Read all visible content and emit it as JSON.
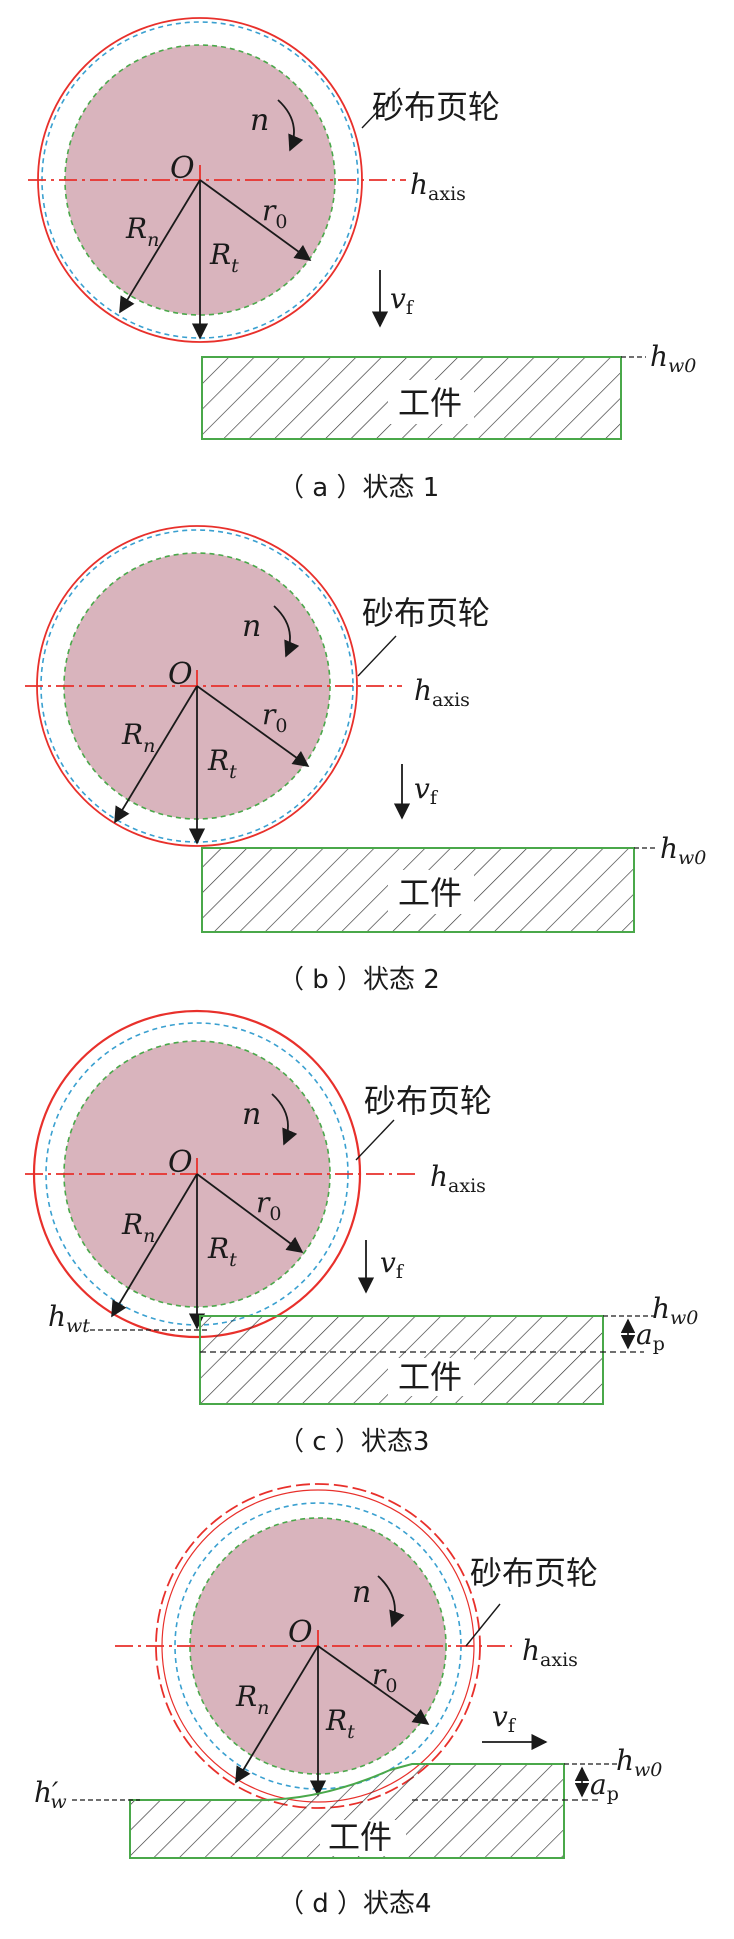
{
  "labels": {
    "wheel_name": "砂布页轮",
    "workpiece": "工件",
    "center": "O",
    "n": "n",
    "r0_base": "r",
    "r0_sub": "0",
    "Rn_base": "R",
    "Rn_sub": "n",
    "Rt_base": "R",
    "Rt_sub": "t",
    "h_axis_base": "h",
    "h_axis_sub": "axis",
    "vf_base": "v",
    "vf_sub": "f",
    "hw0_base": "h",
    "hw0_sub": "w0",
    "hwt_base": "h",
    "hwt_sub": "wt",
    "ap_base": "a",
    "ap_sub": "p",
    "hw_prime": "h′",
    "hw_prime_sub": "w"
  },
  "captions": {
    "a": "（ a ）状态 1",
    "b": "（ b ）状态 2",
    "c": "（ c ）状态3",
    "d": "（ d ）状态4"
  },
  "colors": {
    "wheel_fill": "#d9b4bd",
    "outer_red": "#e8302b",
    "blue_dash": "#3aa0d0",
    "green": "#4aa84a",
    "arrow": "#1a1a1a"
  }
}
